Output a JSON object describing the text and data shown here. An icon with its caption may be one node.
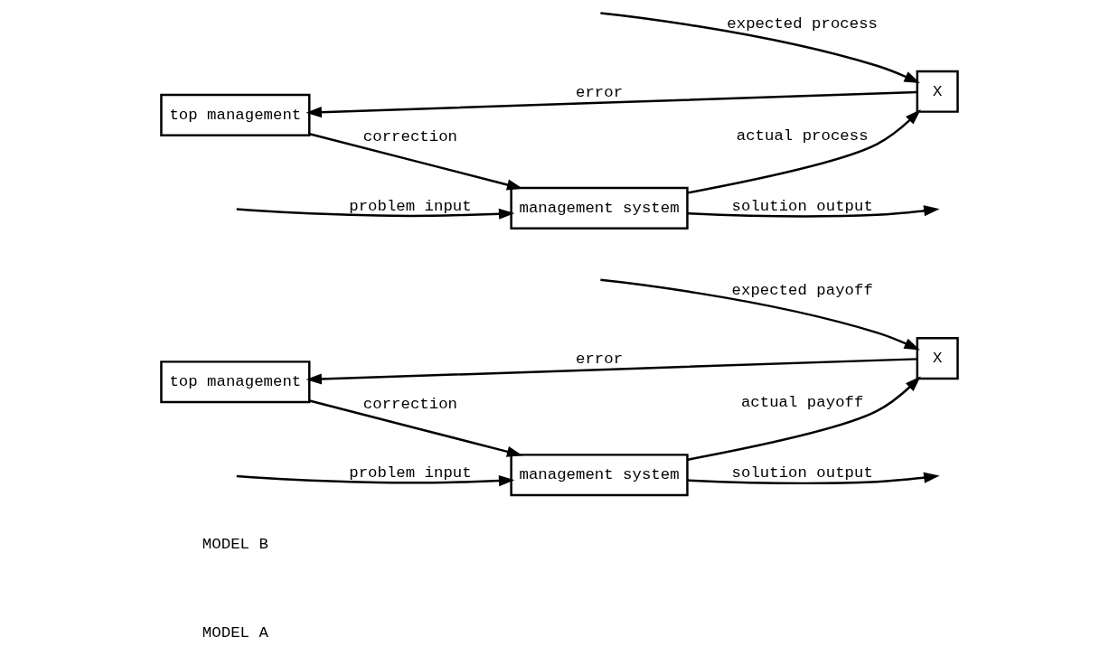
{
  "diagram": {
    "nodes": [
      {
        "text": [
          "top management"
        ]
      },
      {
        "text": [
          "X"
        ]
      },
      {
        "text": [
          "management system"
        ]
      },
      {
        "text": [
          "top management"
        ]
      },
      {
        "text": [
          "X"
        ]
      },
      {
        "text": [
          "management system"
        ]
      }
    ],
    "edges": [
      {
        "from": 1,
        "to": 0,
        "arrow": "to",
        "label": "error"
      },
      {
        "from": null,
        "to": 1,
        "arrow": "to",
        "label": "expected payoff"
      },
      {
        "from": 0,
        "to": 2,
        "arrow": "to",
        "label": "correction"
      },
      {
        "from": null,
        "to": 2,
        "arrow": "to",
        "label": "problem input"
      },
      {
        "from": 2,
        "to": null,
        "arrow": "to",
        "label": "solution output"
      },
      {
        "from": 2,
        "to": 1,
        "arrow": "to",
        "label": "actual payoff"
      },
      {
        "from": 4,
        "to": 3,
        "arrow": "to",
        "label": "error"
      },
      {
        "from": 3,
        "to": 5,
        "arrow": "to",
        "label": "correction"
      },
      {
        "from": null,
        "to": 4,
        "arrow": "to",
        "label": "expected process"
      },
      {
        "from": 5,
        "to": 4,
        "arrow": "to",
        "label": "actual process"
      },
      {
        "from": null,
        "to": 5,
        "arrow": "to",
        "label": "problem input"
      },
      {
        "from": 5,
        "to": null,
        "arrow": "to",
        "label": "solution output"
      }
    ],
    "labels": [
      "MODEL A",
      "MODEL B"
    ]
  }
}
